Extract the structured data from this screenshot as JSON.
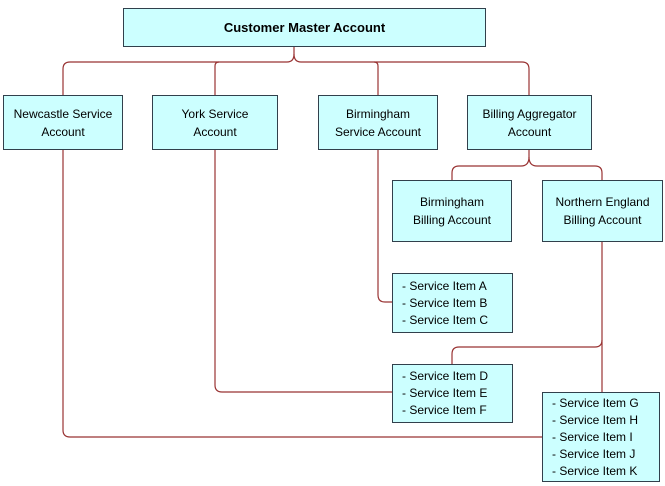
{
  "diagram": {
    "colors": {
      "node_fill": "#ccffff",
      "node_border": "#31404c",
      "connector": "#993333",
      "text": "#000000",
      "background": "#ffffff"
    },
    "nodes": {
      "customer_master": {
        "label": "Customer Master Account",
        "lines": [
          "Customer Master Account"
        ]
      },
      "newcastle": {
        "label": "Newcastle Service Account",
        "lines": [
          "Newcastle Service",
          "Account"
        ]
      },
      "york": {
        "label": "York Service Account",
        "lines": [
          "York Service",
          "Account"
        ]
      },
      "birmingham_service": {
        "label": "Birmingham Service Account",
        "lines": [
          "Birmingham",
          "Service Account"
        ]
      },
      "billing_aggregator": {
        "label": "Billing Aggregator Account",
        "lines": [
          "Billing Aggregator",
          "Account"
        ]
      },
      "birmingham_billing": {
        "label": "Birmingham Billing Account",
        "lines": [
          "Birmingham",
          "Billing Account"
        ]
      },
      "northern_england_billing": {
        "label": "Northern England Billing Account",
        "lines": [
          "Northern England",
          "Billing Account"
        ]
      },
      "service_items_abc": {
        "items": [
          "- Service Item A",
          "- Service Item B",
          "- Service Item C"
        ]
      },
      "service_items_def": {
        "items": [
          "- Service Item D",
          "- Service Item E",
          "- Service Item F"
        ]
      },
      "service_items_ghijk": {
        "items": [
          "- Service Item G",
          "- Service Item H",
          "- Service Item I",
          "- Service Item J",
          "- Service Item K"
        ]
      }
    },
    "edges": [
      {
        "from": "customer_master",
        "to": "newcastle"
      },
      {
        "from": "customer_master",
        "to": "york"
      },
      {
        "from": "customer_master",
        "to": "birmingham_service"
      },
      {
        "from": "customer_master",
        "to": "billing_aggregator"
      },
      {
        "from": "billing_aggregator",
        "to": "birmingham_billing"
      },
      {
        "from": "billing_aggregator",
        "to": "northern_england_billing"
      },
      {
        "from": "birmingham_service",
        "to": "service_items_abc"
      },
      {
        "from": "york",
        "to": "service_items_def"
      },
      {
        "from": "northern_england_billing",
        "to": "service_items_def"
      },
      {
        "from": "northern_england_billing",
        "to": "service_items_ghijk"
      },
      {
        "from": "newcastle",
        "to": "service_items_ghijk"
      }
    ]
  }
}
